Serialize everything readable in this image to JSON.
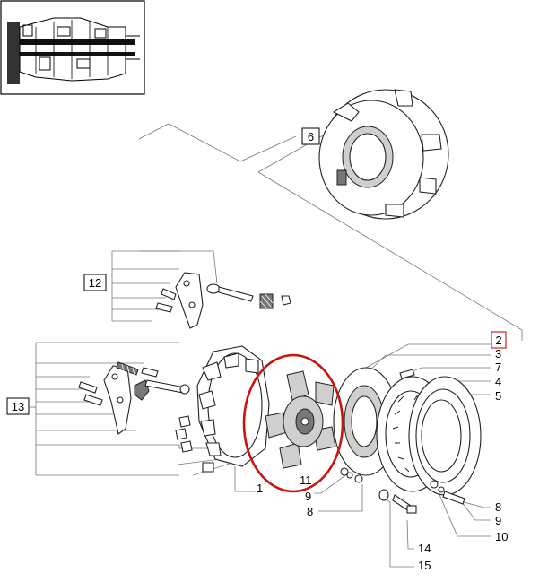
{
  "callouts": [
    {
      "id": "c6",
      "text": "6",
      "boxed": true,
      "box_color": "#000000"
    },
    {
      "id": "c12",
      "text": "12",
      "boxed": true,
      "box_color": "#000000"
    },
    {
      "id": "c13",
      "text": "13",
      "boxed": true,
      "box_color": "#000000"
    },
    {
      "id": "c2",
      "text": "2",
      "boxed": true,
      "box_color": "#cc2222"
    },
    {
      "id": "c3",
      "text": "3",
      "boxed": false
    },
    {
      "id": "c7",
      "text": "7",
      "boxed": false
    },
    {
      "id": "c4",
      "text": "4",
      "boxed": false
    },
    {
      "id": "c5",
      "text": "5",
      "boxed": false
    },
    {
      "id": "c1",
      "text": "1",
      "boxed": false
    },
    {
      "id": "c11",
      "text": "11",
      "boxed": false
    },
    {
      "id": "c9a",
      "text": "9",
      "boxed": false
    },
    {
      "id": "c8a",
      "text": "8",
      "boxed": false
    },
    {
      "id": "c8b",
      "text": "8",
      "boxed": false
    },
    {
      "id": "c9b",
      "text": "9",
      "boxed": false
    },
    {
      "id": "c10",
      "text": "10",
      "boxed": false
    },
    {
      "id": "c14",
      "text": "14",
      "boxed": false
    },
    {
      "id": "c15",
      "text": "15",
      "boxed": false
    }
  ],
  "highlight": {
    "shape": "ellipse",
    "color": "#cc1111",
    "target_part": "11"
  },
  "colors": {
    "line": "#777777",
    "outline": "#222222",
    "highlight": "#cc1111"
  }
}
